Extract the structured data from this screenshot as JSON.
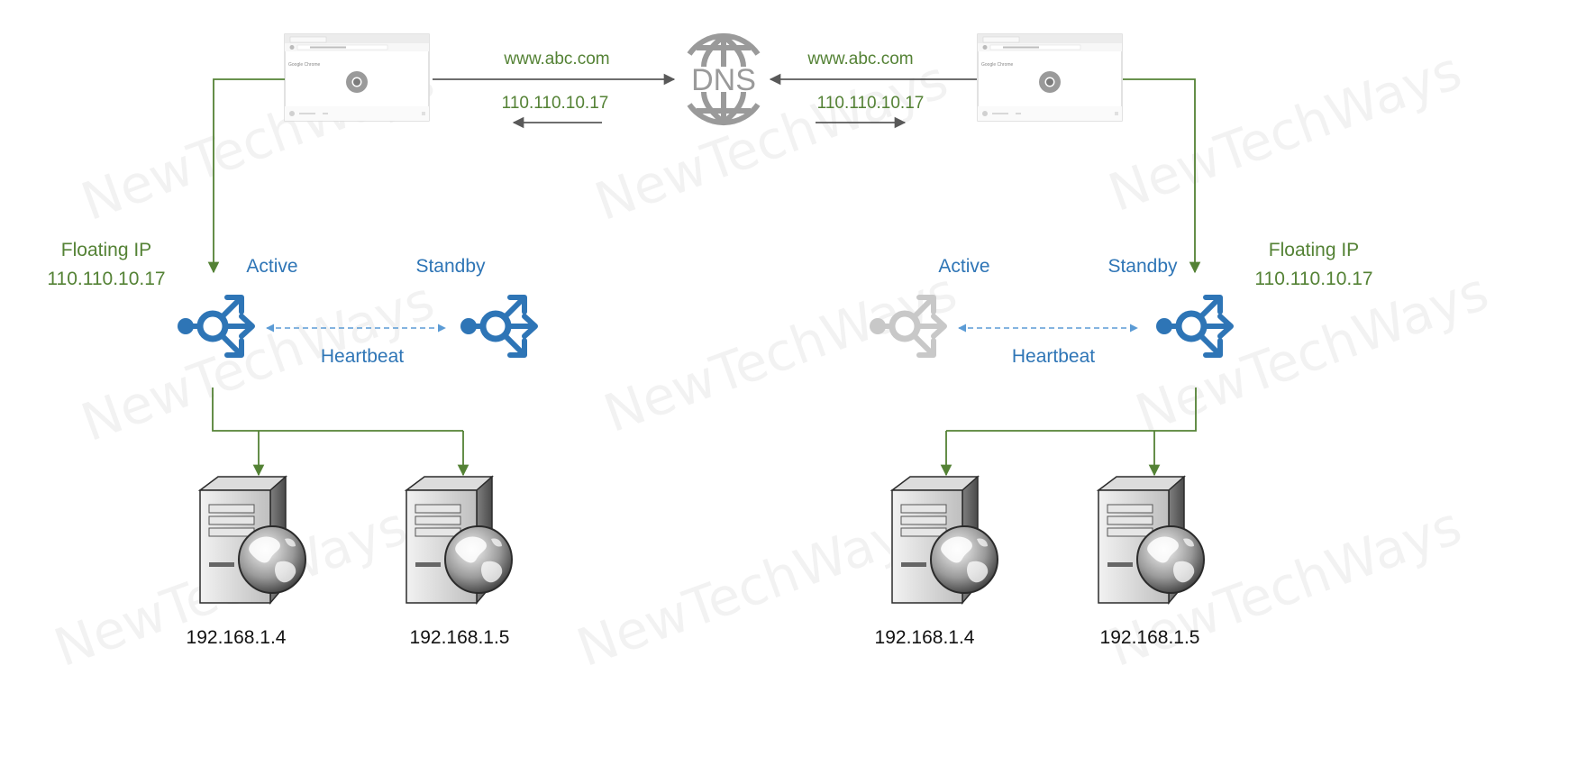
{
  "watermark": "NewTechWays",
  "dns_label": "DNS",
  "domain_request": "www.abc.com",
  "resolved_ip": "110.110.10.17",
  "browser_brand": "Google Chrome",
  "left_cluster": {
    "floating_ip_label": "Floating IP",
    "floating_ip": "110.110.10.17",
    "active_label": "Active",
    "standby_label": "Standby",
    "heartbeat_label": "Heartbeat",
    "active_state": "active",
    "servers": [
      "192.168.1.4",
      "192.168.1.5"
    ]
  },
  "right_cluster": {
    "floating_ip_label": "Floating IP",
    "floating_ip": "110.110.10.17",
    "active_label": "Active",
    "standby_label": "Standby",
    "heartbeat_label": "Heartbeat",
    "active_state": "failed",
    "servers": [
      "192.168.1.4",
      "192.168.1.5"
    ]
  },
  "colors": {
    "link_green": "#548235",
    "lb_blue": "#2e75b6",
    "lb_failed_gray": "#c8c8c8",
    "dns_gray": "#9a9a9a",
    "arrow_gray": "#595959"
  },
  "icons": [
    "browser-window-icon",
    "dns-globe-icon",
    "load-balancer-icon",
    "web-server-icon"
  ]
}
